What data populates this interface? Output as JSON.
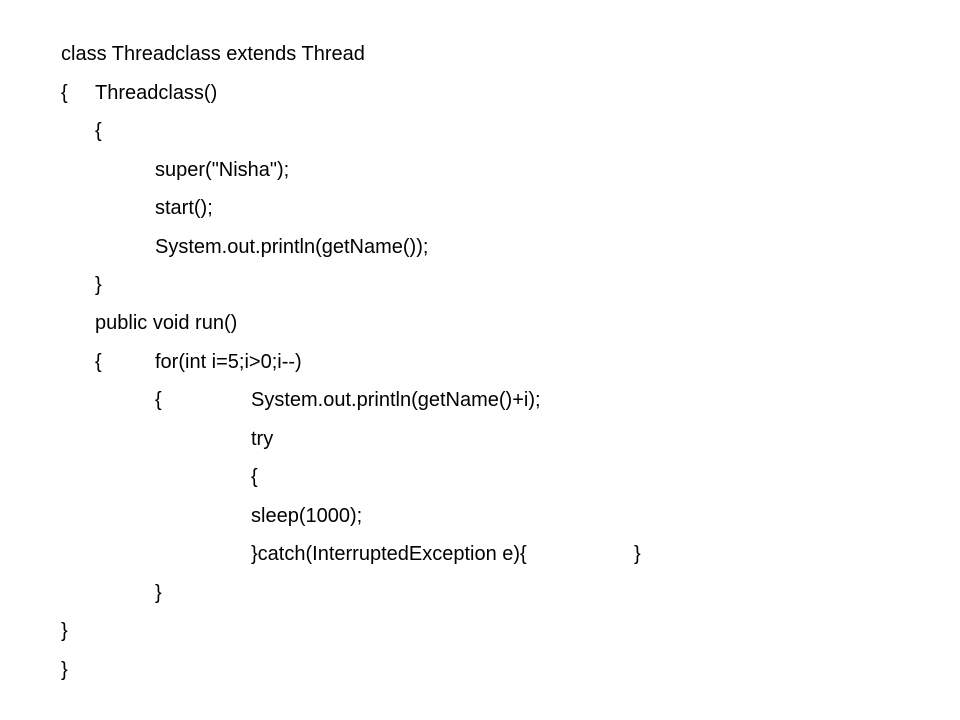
{
  "code": {
    "l1": "class Threadclass extends Thread",
    "l2a": "{",
    "l2b": "Threadclass()",
    "l3": "{",
    "l4": "super(\"Nisha\");",
    "l5": "start();",
    "l6": "System.out.println(getName());",
    "l7": "}",
    "l8": "public void run()",
    "l9a": "{",
    "l9b": "for(int i=5;i>0;i--)",
    "l10a": "{",
    "l10b": "System.out.println(getName()+i);",
    "l11": "try",
    "l12": "{",
    "l13": "sleep(1000);",
    "l14a": "}catch(InterruptedException e){",
    "l14b": "}",
    "l15": "}",
    "l16": "}",
    "l17": "}"
  }
}
